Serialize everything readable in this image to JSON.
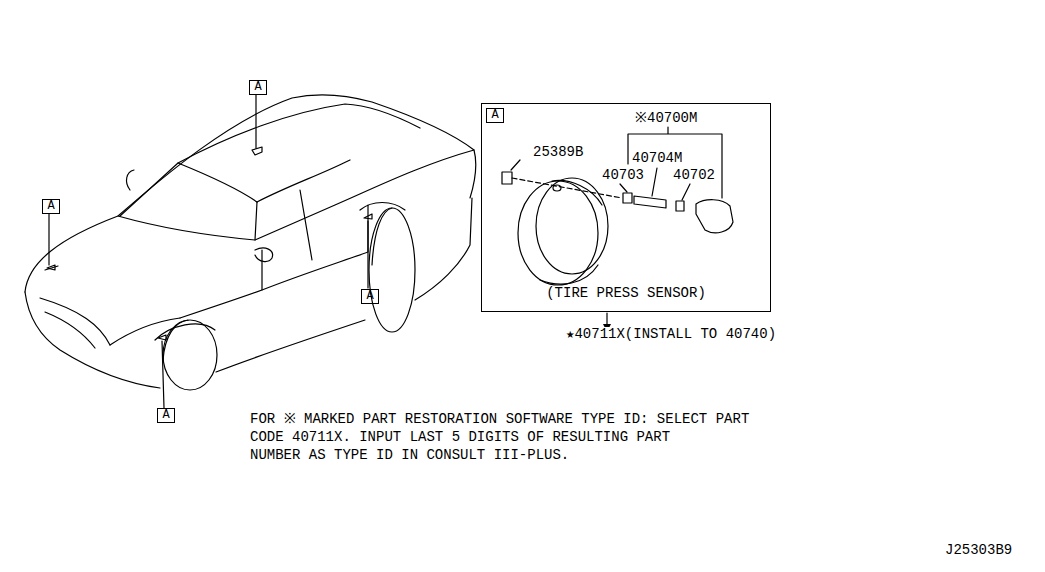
{
  "diagram": {
    "nodes": [
      {
        "text": [
          "A"
        ]
      },
      {
        "text": [
          "(TIRE PRESS SENSOR)"
        ]
      },
      {
        "text": [
          "A"
        ],
        "in": 1
      },
      {
        "text": [
          "A"
        ]
      },
      {
        "text": [
          "A"
        ]
      },
      {
        "text": [
          "A"
        ]
      }
    ],
    "labels": [
      "※40700M",
      "25389B",
      "40704M",
      "40703",
      "40702",
      "★40711X(INSTALL TO 40740)",
      "FOR ※ MARKED PART RESTORATION SOFTWARE TYPE ID: SELECT PART",
      "CODE 40711X. INPUT LAST 5 DIGITS OF RESULTING PART",
      "NUMBER AS TYPE ID IN CONSULT III-PLUS.",
      "J25303B9"
    ]
  }
}
